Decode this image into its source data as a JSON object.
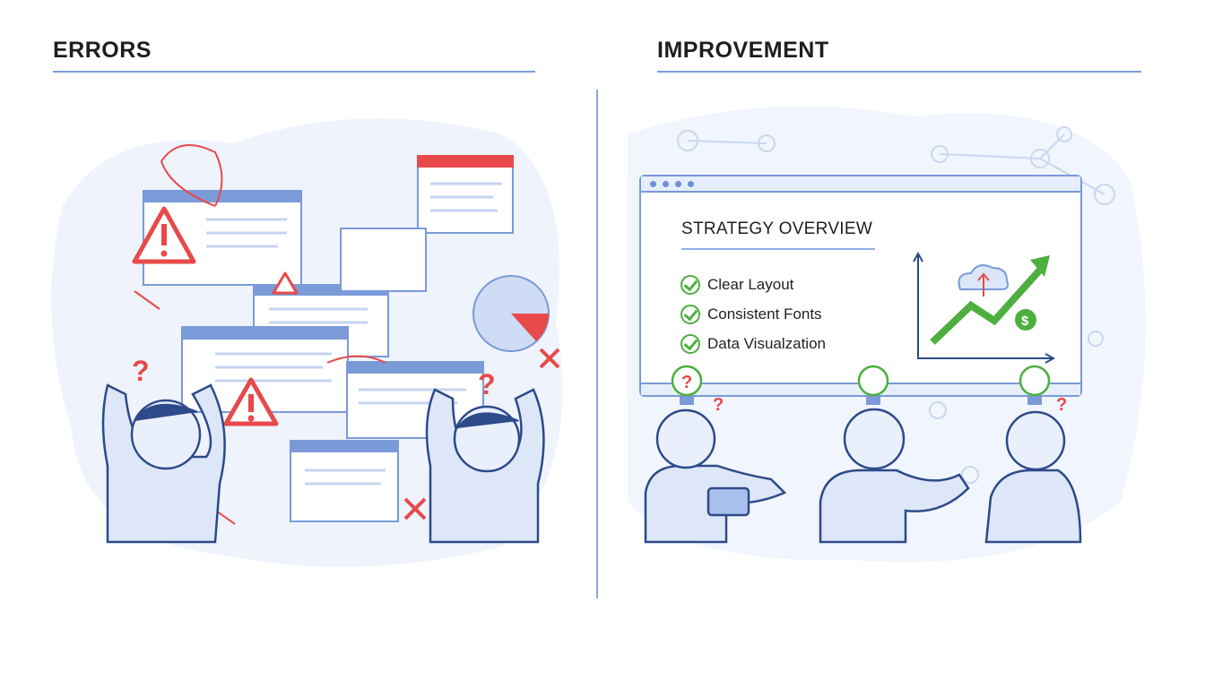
{
  "left": {
    "heading": "ERRORS"
  },
  "right": {
    "heading": "IMPROVEMENT",
    "window": {
      "title": "STRATEGY OVERVIEW",
      "checklist": [
        "Clear Layout",
        "Consistent Fonts",
        "Data Visualzation"
      ]
    }
  },
  "colors": {
    "accent": "#7b9ee0",
    "error": "#e8494a",
    "success": "#4caf3e",
    "line": "#2d4a8a"
  }
}
